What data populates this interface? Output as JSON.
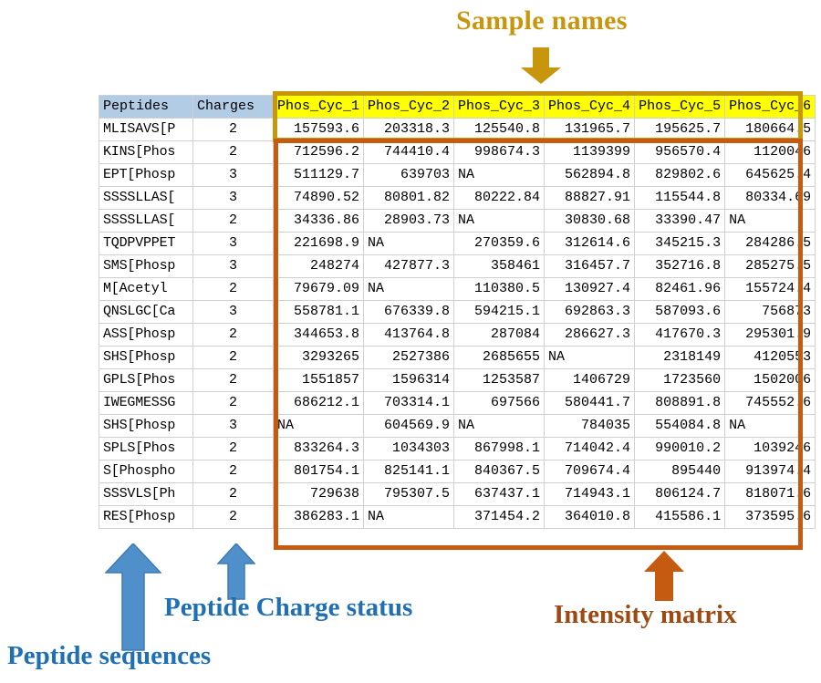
{
  "annotations": {
    "sample_names": {
      "label": "Sample names",
      "color": "#c8960c",
      "arrow": "down-arrow-icon"
    },
    "peptide_sequences": {
      "label": "Peptide sequences",
      "color": "#1f6fb5",
      "arrow": "up-arrow-icon"
    },
    "charge_status": {
      "label": "Peptide Charge status",
      "color": "#1f6fb5",
      "arrow": "up-arrow-icon"
    },
    "intensity_matrix": {
      "label": "Intensity matrix",
      "color": "#9c4a12",
      "arrow": "up-arrow-icon"
    }
  },
  "table": {
    "header_fill_left": "#b3cce6",
    "header_fill_samples": "#ffff00",
    "sample_outline_color": "#c8960c",
    "intensity_outline_color": "#c55a11",
    "columns": [
      {
        "key": "peptides",
        "label": "Peptides",
        "type": "text"
      },
      {
        "key": "charges",
        "label": "Charges",
        "type": "number"
      },
      {
        "key": "s1",
        "label": "Phos_Cyc_1",
        "type": "number"
      },
      {
        "key": "s2",
        "label": "Phos_Cyc_2",
        "type": "number"
      },
      {
        "key": "s3",
        "label": "Phos_Cyc_3",
        "type": "number"
      },
      {
        "key": "s4",
        "label": "Phos_Cyc_4",
        "type": "number"
      },
      {
        "key": "s5",
        "label": "Phos_Cyc_5",
        "type": "number"
      },
      {
        "key": "s6",
        "label": "Phos_Cyc_6",
        "type": "number"
      }
    ],
    "rows": [
      {
        "peptides": "MLISAVS[P",
        "charges": "2",
        "s1": "157593.6",
        "s2": "203318.3",
        "s3": "125540.8",
        "s4": "131965.7",
        "s5": "195625.7",
        "s6": "180664.5"
      },
      {
        "peptides": "KINS[Phos",
        "charges": "2",
        "s1": "712596.2",
        "s2": "744410.4",
        "s3": "998674.3",
        "s4": "1139399",
        "s5": "956570.4",
        "s6": "1120046"
      },
      {
        "peptides": "EPT[Phosp",
        "charges": "3",
        "s1": "511129.7",
        "s2": "639703",
        "s3": "NA",
        "s4": "562894.8",
        "s5": "829802.6",
        "s6": "645625.4"
      },
      {
        "peptides": "SSSSLLAS[",
        "charges": "3",
        "s1": "74890.52",
        "s2": "80801.82",
        "s3": "80222.84",
        "s4": "88827.91",
        "s5": "115544.8",
        "s6": "80334.69"
      },
      {
        "peptides": "SSSSLLAS[",
        "charges": "2",
        "s1": "34336.86",
        "s2": "28903.73",
        "s3": "NA",
        "s4": "30830.68",
        "s5": "33390.47",
        "s6": "NA"
      },
      {
        "peptides": "TQDPVPPET",
        "charges": "3",
        "s1": "221698.9",
        "s2": "NA",
        "s3": "270359.6",
        "s4": "312614.6",
        "s5": "345215.3",
        "s6": "284286.5"
      },
      {
        "peptides": "SMS[Phosp",
        "charges": "3",
        "s1": "248274",
        "s2": "427877.3",
        "s3": "358461",
        "s4": "316457.7",
        "s5": "352716.8",
        "s6": "285275.5"
      },
      {
        "peptides": "M[Acetyl",
        "charges": "2",
        "s1": "79679.09",
        "s2": "NA",
        "s3": "110380.5",
        "s4": "130927.4",
        "s5": "82461.96",
        "s6": "155724.4"
      },
      {
        "peptides": "QNSLGC[Ca",
        "charges": "3",
        "s1": "558781.1",
        "s2": "676339.8",
        "s3": "594215.1",
        "s4": "692863.3",
        "s5": "587093.6",
        "s6": "756873"
      },
      {
        "peptides": "ASS[Phosp",
        "charges": "2",
        "s1": "344653.8",
        "s2": "413764.8",
        "s3": "287084",
        "s4": "286627.3",
        "s5": "417670.3",
        "s6": "295301.9"
      },
      {
        "peptides": "SHS[Phosp",
        "charges": "2",
        "s1": "3293265",
        "s2": "2527386",
        "s3": "2685655",
        "s4": "NA",
        "s5": "2318149",
        "s6": "4120553"
      },
      {
        "peptides": "GPLS[Phos",
        "charges": "2",
        "s1": "1551857",
        "s2": "1596314",
        "s3": "1253587",
        "s4": "1406729",
        "s5": "1723560",
        "s6": "1502006"
      },
      {
        "peptides": "IWEGMESSG",
        "charges": "2",
        "s1": "686212.1",
        "s2": "703314.1",
        "s3": "697566",
        "s4": "580441.7",
        "s5": "808891.8",
        "s6": "745552.6"
      },
      {
        "peptides": "SHS[Phosp",
        "charges": "3",
        "s1": "NA",
        "s2": "604569.9",
        "s3": "NA",
        "s4": "784035",
        "s5": "554084.8",
        "s6": "NA"
      },
      {
        "peptides": "SPLS[Phos",
        "charges": "2",
        "s1": "833264.3",
        "s2": "1034303",
        "s3": "867998.1",
        "s4": "714042.4",
        "s5": "990010.2",
        "s6": "1039246"
      },
      {
        "peptides": "S[Phospho",
        "charges": "2",
        "s1": "801754.1",
        "s2": "825141.1",
        "s3": "840367.5",
        "s4": "709674.4",
        "s5": "895440",
        "s6": "913974.4"
      },
      {
        "peptides": "SSSVLS[Ph",
        "charges": "2",
        "s1": "729638",
        "s2": "795307.5",
        "s3": "637437.1",
        "s4": "714943.1",
        "s5": "806124.7",
        "s6": "818071.6"
      },
      {
        "peptides": "RES[Phosp",
        "charges": "2",
        "s1": "386283.1",
        "s2": "NA",
        "s3": "371454.2",
        "s4": "364010.8",
        "s5": "415586.1",
        "s6": "373595.6"
      }
    ]
  }
}
